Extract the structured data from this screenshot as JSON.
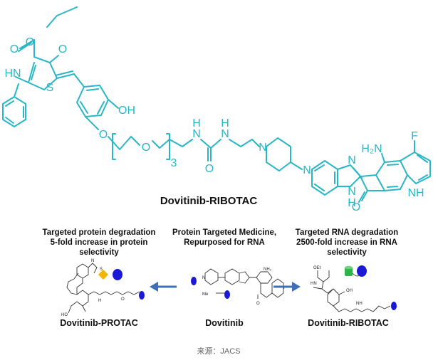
{
  "main_structure": {
    "title": "Dovitinib-RIBOTAC",
    "atoms": {
      "o_ester1": "O",
      "o_ester2": "O",
      "o_ketone": "O",
      "s": "S",
      "nh_anilino": "HN",
      "oh": "OH",
      "o_ether": "O",
      "o_peg": "O",
      "repeat": "3",
      "nh1": "N",
      "h1": "H",
      "nh2": "N",
      "h2": "H",
      "o_urea": "O",
      "n_pip1": "N",
      "n_pip2": "N",
      "n_benz1": "N",
      "n_benz2": "N",
      "h_benz": "H",
      "nh2_amine": "H₂N",
      "f": "F",
      "nh_quin": "NH",
      "o_quin": "O"
    }
  },
  "panels": {
    "left": {
      "caption_lines": [
        "Targeted protein degradation",
        "5-fold increase in protein",
        "selectivity"
      ],
      "name": "Dovitinib-PROTAC"
    },
    "center": {
      "caption_lines": [
        "Protein Targeted Medicine,",
        "Repurposed for RNA"
      ],
      "name": "Dovitinib",
      "me_label": "Me"
    },
    "right": {
      "caption_lines": [
        "Targeted RNA degradation",
        "2500-fold increase in RNA",
        "selectivity"
      ],
      "name": "Dovitinib-RIBOTAC"
    }
  },
  "source": "来源：JACS",
  "colors": {
    "structure": "#29b6c6",
    "arrow": "#3d6fb6",
    "protein_ligand": "#f2b705",
    "rna_binder": "#2fb34a",
    "target_blue": "#1a1ad6"
  }
}
